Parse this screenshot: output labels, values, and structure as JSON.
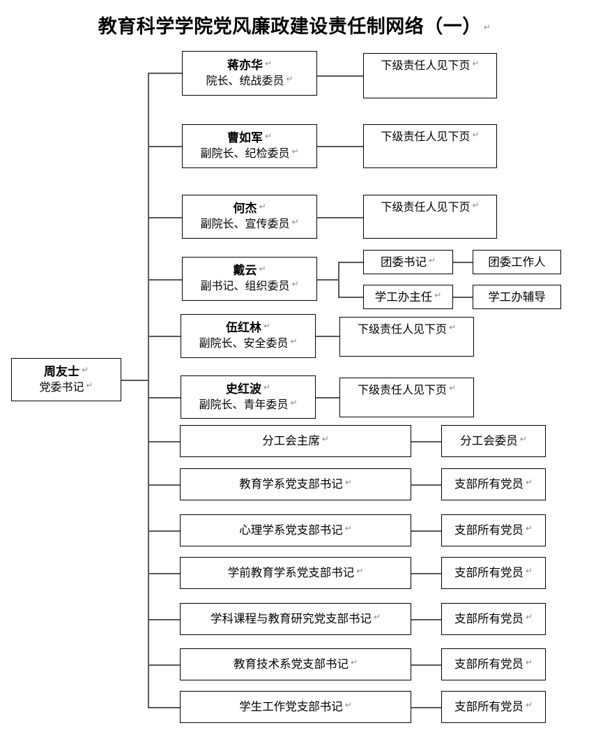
{
  "title": {
    "text": "教育科学学院党风廉政建设责任制网络（一）",
    "pilcrow": "↵"
  },
  "symbols": {
    "pilcrow": "↵"
  },
  "root": {
    "name": "周友士",
    "role": "党委书记"
  },
  "leaders": [
    {
      "name": "蒋亦华",
      "role": "院长、统战委员",
      "child": "下级责任人见下页"
    },
    {
      "name": "曹如军",
      "role": "副院长、纪检委员",
      "child": "下级责任人见下页"
    },
    {
      "name": "何杰",
      "role": "副院长、宣传委员",
      "child": "下级责任人见下页"
    },
    {
      "name": "戴云",
      "role": "副书记、组织委员",
      "child": null
    },
    {
      "name": "伍红林",
      "role": "副院长、安全委员",
      "child": "下级责任人见下页"
    },
    {
      "name": "史红波",
      "role": "副院长、青年委员",
      "child": "下级责任人见下页"
    }
  ],
  "dai_yun_branches": [
    {
      "label": "团委书记",
      "child": "团委工作人"
    },
    {
      "label": "学工办主任",
      "child": "学工办辅导"
    }
  ],
  "units": [
    {
      "label": "分工会主席",
      "child": "分工会委员"
    },
    {
      "label": "教育学系党支部书记",
      "child": "支部所有党员"
    },
    {
      "label": "心理学系党支部书记",
      "child": "支部所有党员"
    },
    {
      "label": "学前教育学系党支部书记",
      "child": "支部所有党员"
    },
    {
      "label": "学科课程与教育研究党支部书记",
      "child": "支部所有党员"
    },
    {
      "label": "教育技术系党支部书记",
      "child": "支部所有党员"
    },
    {
      "label": "学生工作党支部书记",
      "child": "支部所有党员"
    }
  ],
  "colors": {
    "border": "#000000",
    "connector": "#575757",
    "background": "#ffffff",
    "text": "#000000"
  }
}
